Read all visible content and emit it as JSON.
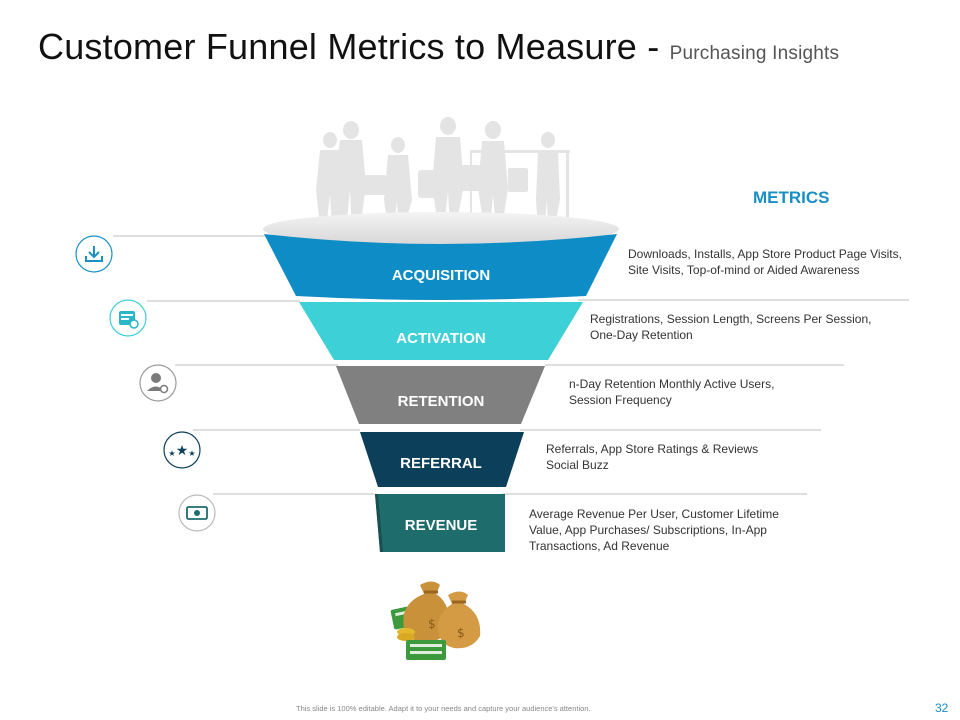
{
  "title": {
    "main": "Customer Funnel Metrics to Measure - ",
    "subtitle": "Purchasing Insights"
  },
  "metrics_heading": "METRICS",
  "stages": [
    {
      "label": "ACQUISITION",
      "color": "#0d8cc6",
      "icon": "download-icon",
      "desc_line1": "Downloads,  Installs, App Store Product Page Visits,",
      "desc_line2": "Site Visits, Top-of-mind  or Aided Awareness"
    },
    {
      "label": "ACTIVATION",
      "color": "#3dd0d6",
      "icon": "registration-card-icon",
      "desc_line1": "Registrations, Session Length, Screens Per Session,",
      "desc_line2": "One-Day  Retention"
    },
    {
      "label": "RETENTION",
      "color": "#808080",
      "icon": "user-settings-icon",
      "desc_line1": "n-Day Retention Monthly Active Users,",
      "desc_line2": "Session Frequency"
    },
    {
      "label": "REFERRAL",
      "color": "#0c3f5a",
      "icon": "star-rating-icon",
      "desc_line1": "Referrals,  App Store Ratings & Reviews",
      "desc_line2": "Social Buzz"
    },
    {
      "label": "REVENUE",
      "color": "#1f6c6d",
      "icon": "money-icon",
      "desc_line1": "Average  Revenue  Per User, Customer Lifetime",
      "desc_line2": "Value, App Purchases/ Subscriptions, In-App",
      "desc_line3": "Transactions,  Ad Revenue"
    }
  ],
  "footer_note": "This slide is 100% editable. Adapt it to your needs and capture your audience's attention.",
  "page_number": "32"
}
